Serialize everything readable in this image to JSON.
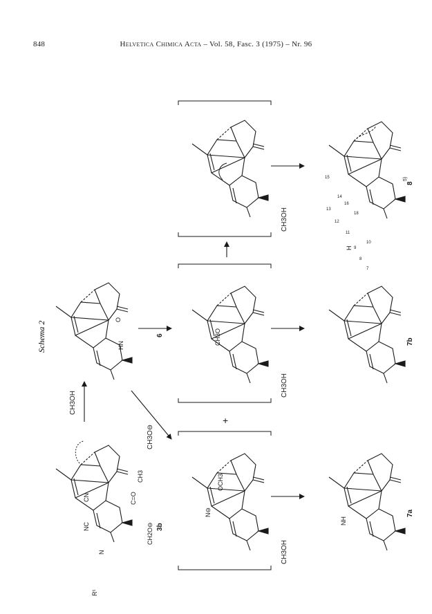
{
  "header": {
    "page_number": "848",
    "journal": "Helvetica Chimica Acta",
    "separator": " – ",
    "volume": "Vol. 58, Fasc. 3 (1975) – Nr. 96"
  },
  "figure": {
    "scheme_title": "Schema 2",
    "compounds": {
      "c3b": "3b",
      "c6": "6",
      "c7a": "7a",
      "c7b": "7b",
      "c8": "8",
      "c8_footnote": "5)"
    },
    "reagents": {
      "r1": "CH3OH",
      "r2": "CH3O⊖",
      "r3": "CH3OH",
      "r4": "CH3OH",
      "r5": "CH3OH"
    },
    "plus_sign": "+",
    "atom_labels": {
      "r1": "R¹",
      "n": "N",
      "hn": "HN",
      "nc": "NC",
      "cn": "CN",
      "o": "O",
      "och3": "OCH3",
      "ch3o": "CH3O",
      "ch3": "CH3",
      "ch2o": "CH2O⊖",
      "nminus": "N⊖",
      "nh": "NH",
      "h": "H",
      "c_eq_o": "C=O",
      "ring_numbers": [
        "7",
        "8",
        "9",
        "10",
        "11",
        "12",
        "13",
        "14",
        "15",
        "16",
        "18"
      ]
    }
  }
}
